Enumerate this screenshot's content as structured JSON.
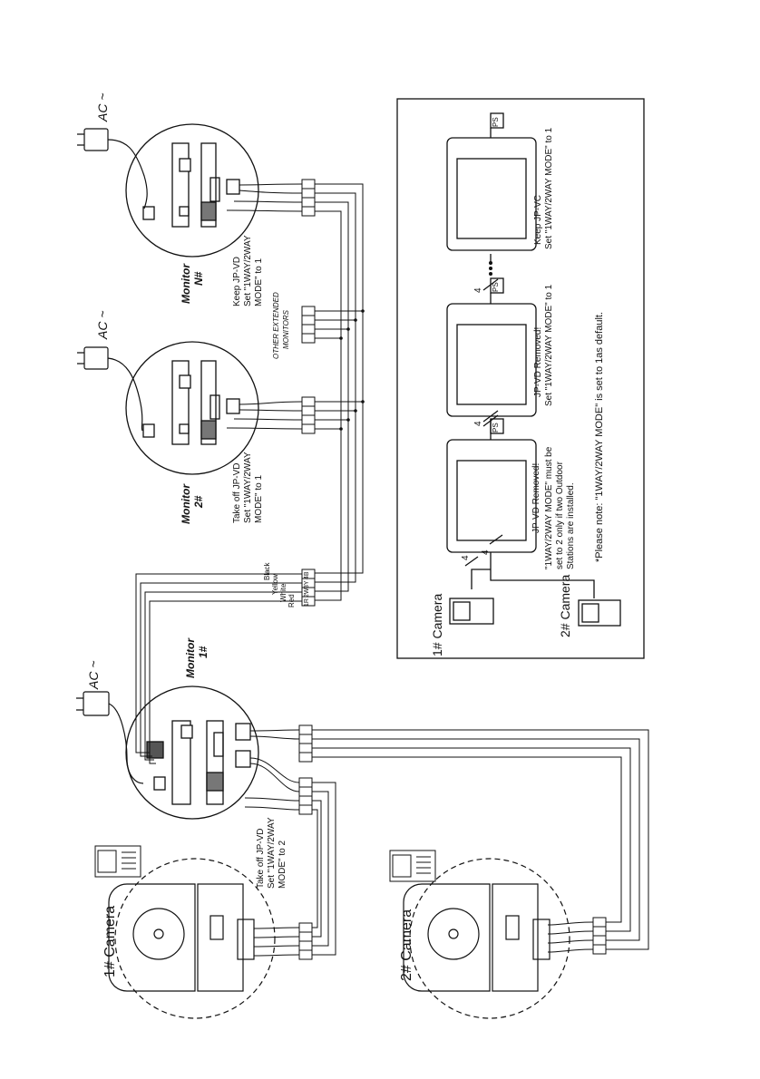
{
  "power": {
    "label": "AC ~"
  },
  "monitors": {
    "m1": {
      "title": "Monitor",
      "num": "1#"
    },
    "m2": {
      "title": "Monitor",
      "num": "2#"
    },
    "mn": {
      "title": "Monitor",
      "num": "N#"
    },
    "other": {
      "line1": "OTHER EXTENDED",
      "line2": "MONITORS"
    }
  },
  "notes": {
    "m2": {
      "l1": "Take off JP-VD",
      "l2": "Set \"1WAY/2WAY",
      "l3": "MODE\" to 1"
    },
    "mn": {
      "l1": "Keep JP-VD",
      "l2": "Set \"1WAY/2WAY",
      "l3": "MODE\" to 1"
    },
    "m1": {
      "l1": "Take off JP-VD",
      "l2": "Set \"1WAY/2WAY",
      "l3": "MODE\" to 2"
    }
  },
  "wire_colors": {
    "red": "Red",
    "white": "White",
    "yellow": "Yellow",
    "black": "Black"
  },
  "terminals": {
    "t1": "1R",
    "t2": "2W",
    "t3": "3Y",
    "t4": "4B"
  },
  "cameras": {
    "cam1": "1# Camera",
    "cam2": "2# Camera"
  },
  "inset": {
    "cam1": "1# Camera",
    "cam2": "2# Camera",
    "wire_count": "4",
    "ps": "PS",
    "left_monitor": {
      "l1": "JP-VD Removed!",
      "l2": "\"1WAY/2WAY MODE\" must be",
      "l3": "set to 2 only if two Outdoor",
      "l4": "Stations are installed."
    },
    "mid_monitor": {
      "l1": "JP-VD Removed!",
      "l2": "Set \"1WAY/2WAY MODE\" to 1"
    },
    "right_monitor": {
      "l1": "Keep JP-VC",
      "l2": "Set \"1WAY/2WAY MODE\" to 1"
    },
    "note": "*Please note: \"1WAY/2WAY MODE\" is set to 1as default."
  }
}
